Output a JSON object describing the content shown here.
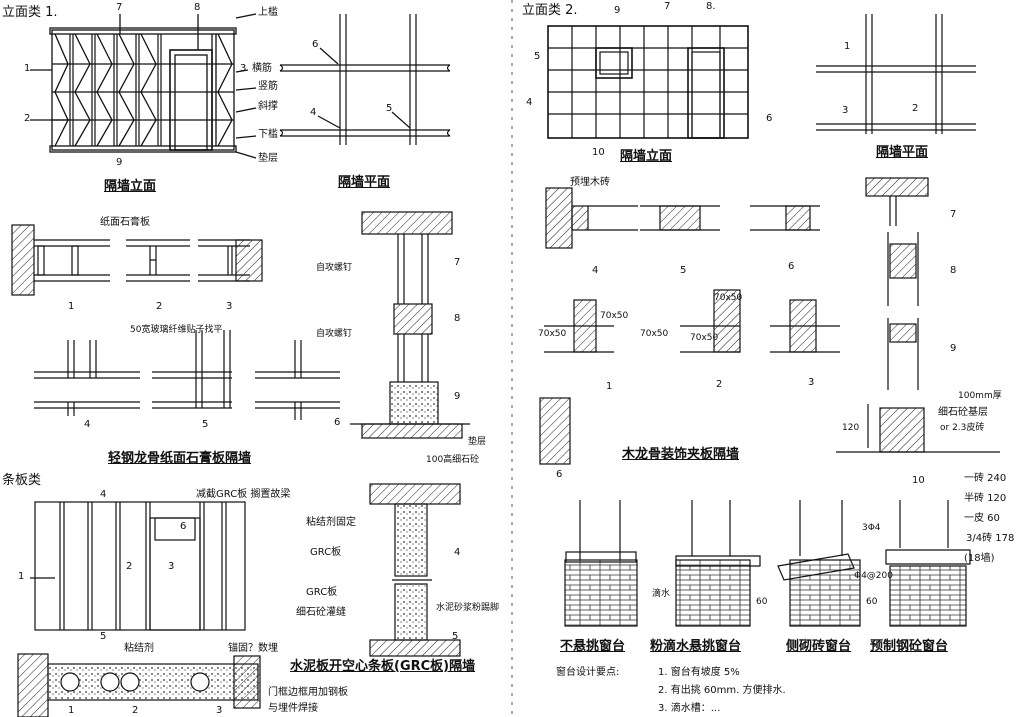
{
  "sheet": {
    "left_section": "立面类 1.",
    "right_section": "立面类 2.",
    "left_bottom_section": "条板类"
  },
  "left_top": {
    "callouts": [
      "7",
      "8",
      "1",
      "2",
      "9",
      "3"
    ],
    "labels": [
      "上槛",
      "横筋",
      "竖筋",
      "斜撑",
      "下槛",
      "垫层"
    ],
    "plan_callouts": [
      "6",
      "4",
      "5"
    ],
    "caption_elevation": "隔墙立面",
    "caption_plan": "隔墙平面"
  },
  "light_steel": {
    "board_label": "纸面石膏板",
    "detail_nums": [
      "1",
      "2",
      "3",
      "4",
      "5",
      "6",
      "7",
      "8",
      "9"
    ],
    "note_tape": "50宽玻璃纤维贴子找平",
    "note_screw": "自攻螺钉",
    "note_screw2": "自攻螺钉",
    "note_pad": "垫层",
    "note_base": "100高细石砼",
    "caption": "轻钢龙骨纸面石膏板隔墙"
  },
  "grc": {
    "top_num": "4",
    "bottom_num": "5",
    "left_num": "1",
    "mid_nums": [
      "2",
      "3"
    ],
    "door_num": "6",
    "note_door": "减截GRC板 搁置故梁",
    "note_glue": "粘结剂固定",
    "note_board": "GRC板",
    "note_board2": "GRC板",
    "note_concrete": "细石砼灌缝",
    "note_mortar": "水泥砂浆粉踢脚",
    "note_glue2": "粘结剂",
    "note_anchor": "锚固？数埋",
    "note_frame": "门框边框用加钢板",
    "note_frame2": "与埋件焊接",
    "bottom_nums": [
      "1",
      "2",
      "3"
    ],
    "detail_nums": [
      "4",
      "5"
    ],
    "caption": "水泥板开空心条板(GRC板)隔墙"
  },
  "right_top": {
    "callouts": [
      "9",
      "7",
      "8.",
      "5",
      "4",
      "10",
      "6"
    ],
    "plan_callouts": [
      "1",
      "3",
      "2"
    ],
    "caption_elevation": "隔墙立面",
    "caption_plan": "隔墙平面"
  },
  "wood": {
    "note_wood": "预埋木砖",
    "dims": [
      "70x50",
      "70x50",
      "70x50",
      "70x50",
      "70x50"
    ],
    "detail_nums": [
      "4",
      "5",
      "6",
      "1",
      "2",
      "3",
      "7",
      "8",
      "9",
      "6",
      "10"
    ],
    "note_base1": "100mm厚",
    "note_base2": "细石砼基层",
    "note_base3": "or 2.3皮砖",
    "dim_120": "120",
    "caption": "木龙骨装饰夹板隔墙"
  },
  "brick_key": {
    "rows": [
      "一砖 240",
      "半砖 120",
      "一皮 60",
      "3/4砖 178",
      "(18墙)"
    ]
  },
  "sills": {
    "labels": [
      "不悬挑窗台",
      "粉滴水悬挑窗台",
      "侧砌砖窗台",
      "预制钢砼窗台"
    ],
    "note_drip": "滴水",
    "note_dim60": "60",
    "note_dim60b": "60",
    "note_304": "3Φ4",
    "note_bar": "Φ4@200",
    "requirements_title": "窗台设计要点:",
    "requirements": [
      "1. 窗台有坡度 5%",
      "2. 有出挑 60mm. 方便排水.",
      "3. 滴水槽：..."
    ]
  }
}
